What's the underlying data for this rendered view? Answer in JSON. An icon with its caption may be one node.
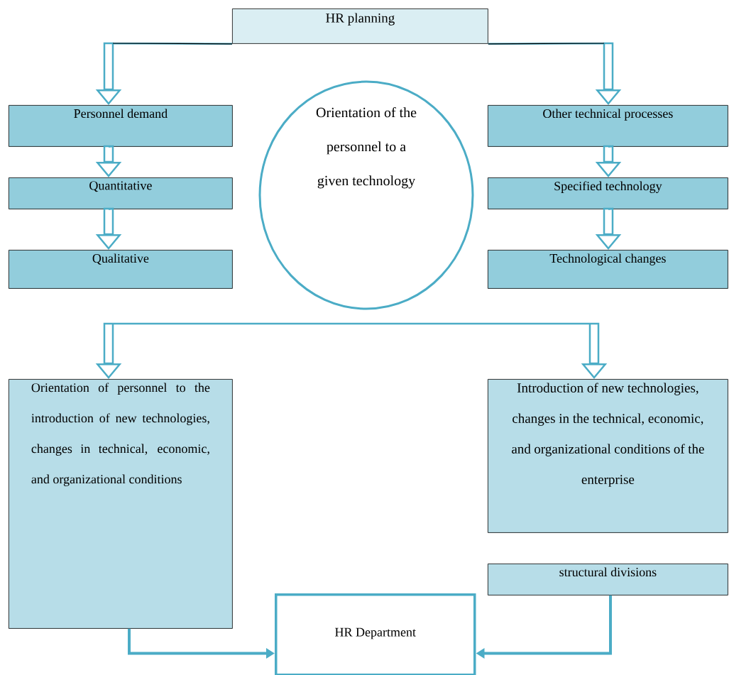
{
  "diagram": {
    "nodes": [
      {
        "text": [
          "HR planning"
        ]
      },
      {
        "text": [
          "Personnel demand"
        ]
      },
      {
        "text": [
          "Quantitative"
        ]
      },
      {
        "text": [
          "Qualitative"
        ]
      },
      {
        "text": [
          "Orientation of the personnel to a given technology"
        ]
      },
      {
        "text": [
          "Other technical processes"
        ]
      },
      {
        "text": [
          "Specified technology"
        ]
      },
      {
        "text": [
          "Technological changes"
        ]
      },
      {
        "text": [
          "Orientation of personnel to the introduction of new technologies, changes in technical, economic, and organizational conditions"
        ]
      },
      {
        "text": [
          "Introduction of new technologies, changes in the technical, economic, and organizational conditions of the enterprise"
        ]
      },
      {
        "text": [
          "structural divisions"
        ]
      },
      {
        "text": [
          "HR Department"
        ]
      }
    ],
    "edges": [
      {
        "from": 0,
        "to": 1,
        "arrow": "to"
      },
      {
        "from": 1,
        "to": 2,
        "arrow": "to"
      },
      {
        "from": 2,
        "to": 3,
        "arrow": "to"
      },
      {
        "from": 0,
        "to": 5,
        "arrow": "to"
      },
      {
        "from": 5,
        "to": 6,
        "arrow": "to"
      },
      {
        "from": 6,
        "to": 7,
        "arrow": "to"
      },
      {
        "from": null,
        "to": 8,
        "arrow": "to"
      },
      {
        "from": null,
        "to": 9,
        "arrow": "to"
      },
      {
        "from": 8,
        "to": 11,
        "arrow": "to"
      },
      {
        "from": 10,
        "to": 11,
        "arrow": "to"
      }
    ]
  }
}
